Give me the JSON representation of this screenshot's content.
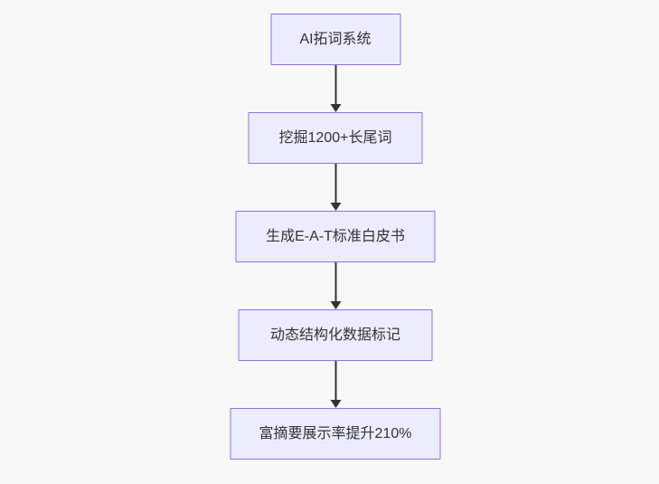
{
  "diagram": {
    "type": "flowchart",
    "direction": "top-down",
    "nodes": [
      {
        "label": "AI拓词系统"
      },
      {
        "label": "挖掘1200+长尾词"
      },
      {
        "label": "生成E-A-T标准白皮书"
      },
      {
        "label": "动态结构化数据标记"
      },
      {
        "label": "富摘要展示率提升210%"
      }
    ],
    "edges": [
      {
        "from": 0,
        "to": 1
      },
      {
        "from": 1,
        "to": 2
      },
      {
        "from": 2,
        "to": 3
      },
      {
        "from": 3,
        "to": 4
      }
    ],
    "colors": {
      "node_fill": "#ECECFF",
      "node_border": "#9370DB",
      "node_text": "#333333",
      "arrow": "#333333",
      "canvas_background": "#f8f8f8"
    }
  }
}
